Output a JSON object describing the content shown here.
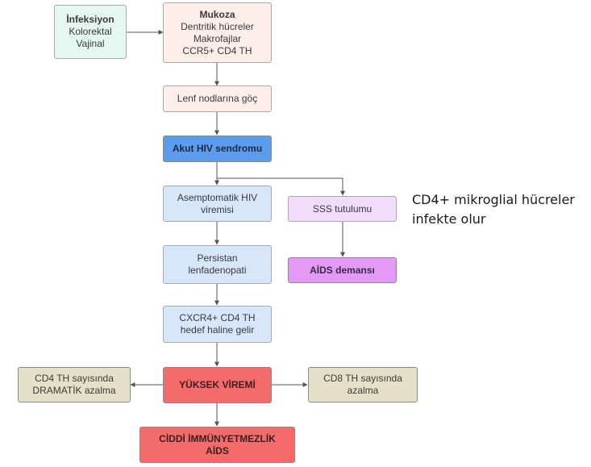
{
  "nodes": {
    "infection": {
      "lines": [
        "İnfeksiyon",
        "Kolorektal",
        "Vajinal"
      ]
    },
    "mucosa": {
      "lines": [
        "Mukoza",
        "Dentritik hücreler",
        "Makrofajlar",
        "CCR5+ CD4 TH"
      ]
    },
    "lymph_migration": {
      "lines": [
        "Lenf nodlarına göç"
      ]
    },
    "acute_hiv": {
      "lines": [
        "Akut HIV sendromu"
      ]
    },
    "asymptomatic": {
      "lines": [
        "Asemptomatik HIV",
        "viremisi"
      ]
    },
    "cns_involvement": {
      "lines": [
        "SSS tutulumu"
      ]
    },
    "persistent": {
      "lines": [
        "Persistan",
        "lenfadenopati"
      ]
    },
    "aids_dementia": {
      "lines": [
        "AİDS demansı"
      ]
    },
    "cxcr4": {
      "lines": [
        "CXCR4+ CD4 TH",
        "hedef haline gelir"
      ]
    },
    "high_viremia": {
      "lines": [
        "YÜKSEK VİREMİ"
      ]
    },
    "cd4_decline": {
      "lines": [
        "CD4 TH sayısında",
        "DRAMATİK azalma"
      ]
    },
    "cd8_decline": {
      "lines": [
        "CD8 TH sayısında",
        "azalma"
      ]
    },
    "severe_immunodeficiency": {
      "lines": [
        "CİDDİ İMMÜNYETMEZLİK",
        "AİDS"
      ]
    }
  },
  "annotation": {
    "lines": [
      "CD4+ mikroglial hücreler",
      "infekte olur"
    ]
  },
  "colors": {
    "mint": "#e4f7f1",
    "peach": "#fdeeea",
    "blue": "#5b9cec",
    "light_blue": "#d7e6fb",
    "light_purple": "#f1dcfb",
    "purple": "#e29af6",
    "red": "#f56b6b",
    "beige": "#e6e0c8",
    "connector": "#555555"
  }
}
